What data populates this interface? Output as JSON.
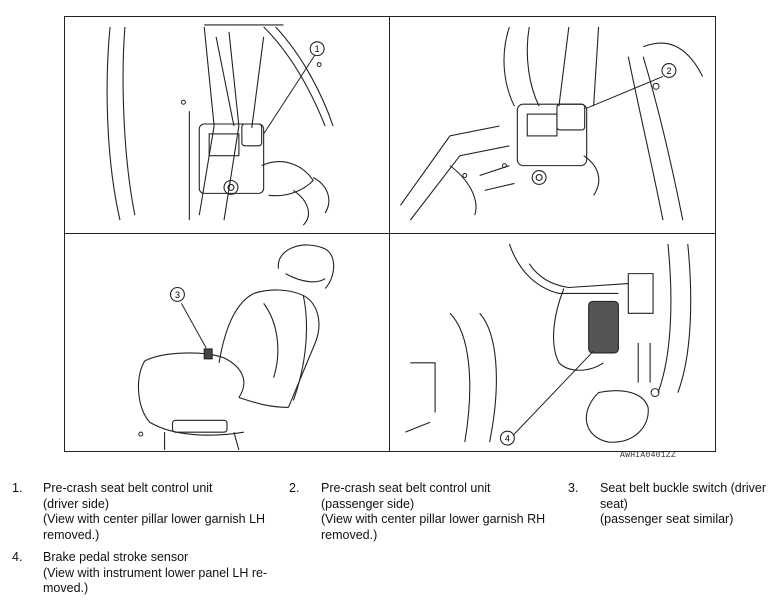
{
  "figure": {
    "code": "AWHIA0401ZZ",
    "callouts": [
      "1",
      "2",
      "3",
      "4"
    ]
  },
  "legend": [
    {
      "num": "1.",
      "lines": [
        "Pre-crash seat belt control unit",
        "(driver side)",
        "(View with center pillar lower garnish LH",
        "removed.)"
      ]
    },
    {
      "num": "2.",
      "lines": [
        "Pre-crash seat belt control unit",
        "(passenger side)",
        "(View with center pillar lower garnish RH",
        "removed.)"
      ]
    },
    {
      "num": "3.",
      "lines": [
        "Seat belt buckle switch (driver",
        "seat)",
        "(passenger seat similar)"
      ]
    },
    {
      "num": "4.",
      "lines": [
        "Brake pedal stroke sensor",
        "(View with instrument lower panel LH re-",
        "moved.)"
      ]
    }
  ]
}
